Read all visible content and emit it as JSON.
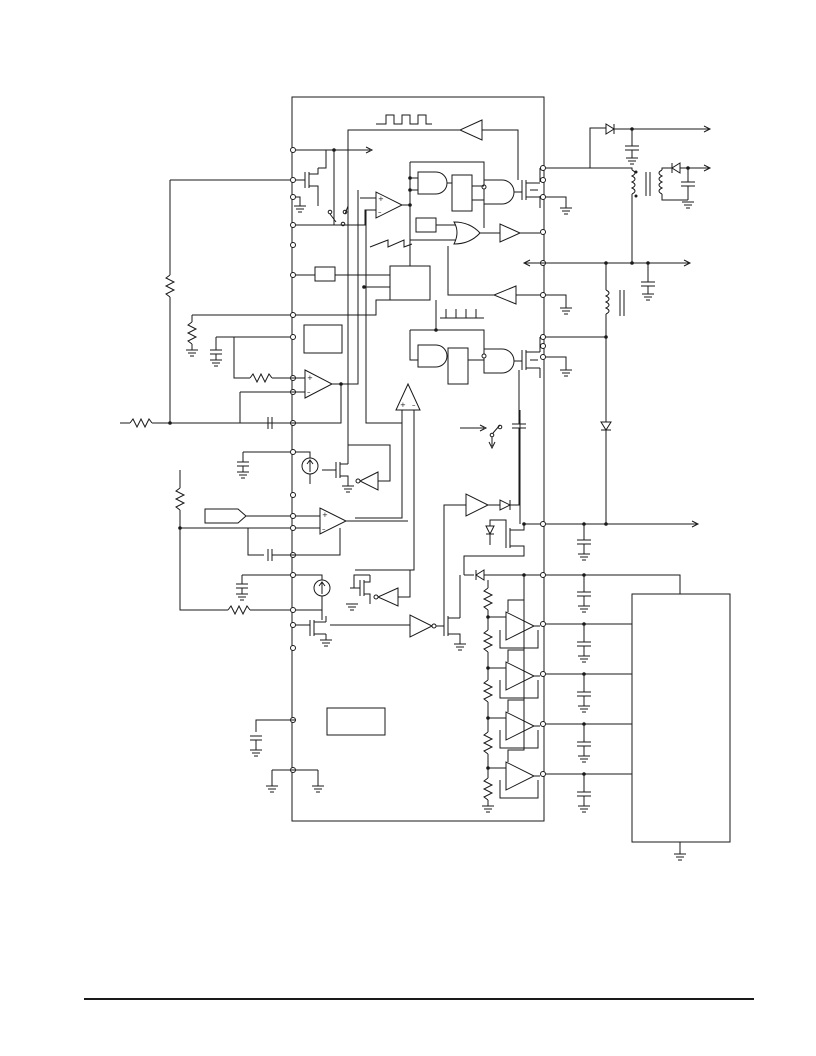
{
  "diagram": {
    "kind": "block-schematic",
    "blocks": [
      "ic-package",
      "oscillator",
      "pwm-latch",
      "soft-start",
      "error-amplifier",
      "current-sense-amplifier",
      "output-driver-high",
      "output-driver-low",
      "flyback-transformer",
      "buck-inductor",
      "linear-regulators",
      "external-load-block"
    ],
    "symbols": {
      "plus": "+",
      "minus": "–"
    }
  }
}
